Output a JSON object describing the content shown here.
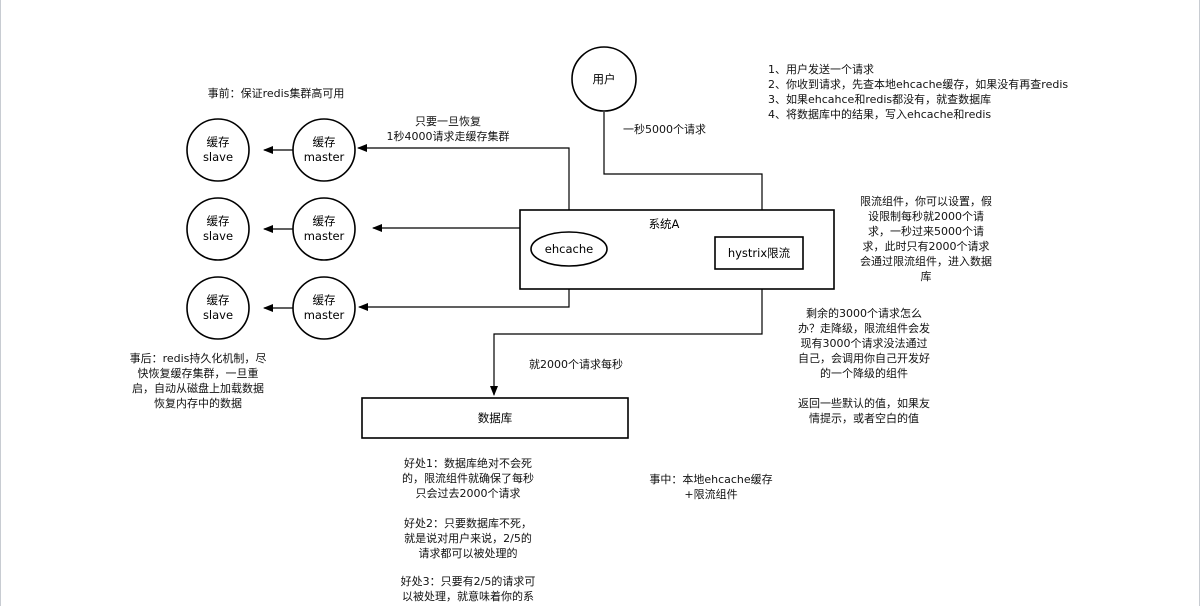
{
  "diagram": {
    "nodes": {
      "user": "用户",
      "system_a": "系统A",
      "ehcache": "ehcache",
      "hystrix": "hystrix限流",
      "database": "数据库",
      "slaves": [
        {
          "line1": "缓存",
          "line2": "slave"
        },
        {
          "line1": "缓存",
          "line2": "slave"
        },
        {
          "line1": "缓存",
          "line2": "slave"
        }
      ],
      "masters": [
        {
          "line1": "缓存",
          "line2": "master"
        },
        {
          "line1": "缓存",
          "line2": "master"
        },
        {
          "line1": "缓存",
          "line2": "master"
        }
      ]
    },
    "edge_labels": {
      "user_to_hystrix": "一秒5000个请求",
      "to_database": "就2000个请求每秒",
      "recovery": [
        "只要一旦恢复",
        "1秒4000请求走缓存集群"
      ]
    },
    "notes": {
      "before": "事前：保证redis集群高可用",
      "steps": [
        "1、用户发送一个请求",
        "2、你收到请求，先查本地ehcache缓存，如果没有再查redis",
        "3、如果ehcahce和redis都没有，就查数据库",
        "4、将数据库中的结果，写入ehcache和redis"
      ],
      "rate_limit": [
        "限流组件，你可以设置，假",
        "设限制每秒就2000个请",
        "求，一秒过来5000个请",
        "求，此时只有2000个请求",
        "会通过限流组件，进入数据",
        "库"
      ],
      "remaining": [
        "剩余的3000个请求怎么",
        "办？走降级，限流组件会发",
        "现有3000个请求没法通过",
        "自己，会调用你自己开发好",
        "的一个降级的组件"
      ],
      "fallback": [
        "返回一些默认的值，如果友",
        "情提示，或者空白的值"
      ],
      "after": [
        "事后：redis持久化机制，尽",
        "快恢复缓存集群，一旦重",
        "启，自动从磁盘上加载数据",
        "恢复内存中的数据"
      ],
      "during": [
        "事中：本地ehcache缓存",
        "+限流组件"
      ],
      "benefit1": [
        "好处1：数据库绝对不会死",
        "的，限流组件就确保了每秒",
        "只会过去2000个请求"
      ],
      "benefit2": [
        "好处2：只要数据库不死，",
        "就是说对用户来说，2/5的",
        "请求都可以被处理的"
      ],
      "benefit3": [
        "好处3：只要有2/5的请求可",
        "以被处理，就意味着你的系"
      ]
    }
  }
}
